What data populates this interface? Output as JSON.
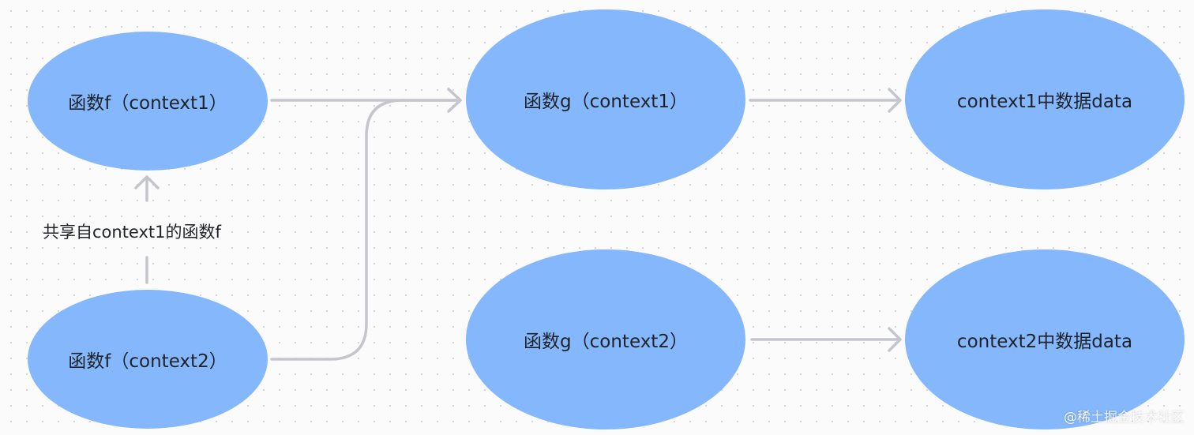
{
  "diagram": {
    "nodes": {
      "f_context1": "函数f（context1）",
      "f_context2": "函数f（context2）",
      "g_context1": "函数g（context1）",
      "g_context2": "函数g（context2）",
      "data_context1": "context1中数据data",
      "data_context2": "context2中数据data"
    },
    "edge_label_shared": "共享自context1的函数f",
    "node_color": "#84b7fb",
    "edge_color": "#c4c6cb"
  },
  "watermark": "@稀土掘金技术社区"
}
